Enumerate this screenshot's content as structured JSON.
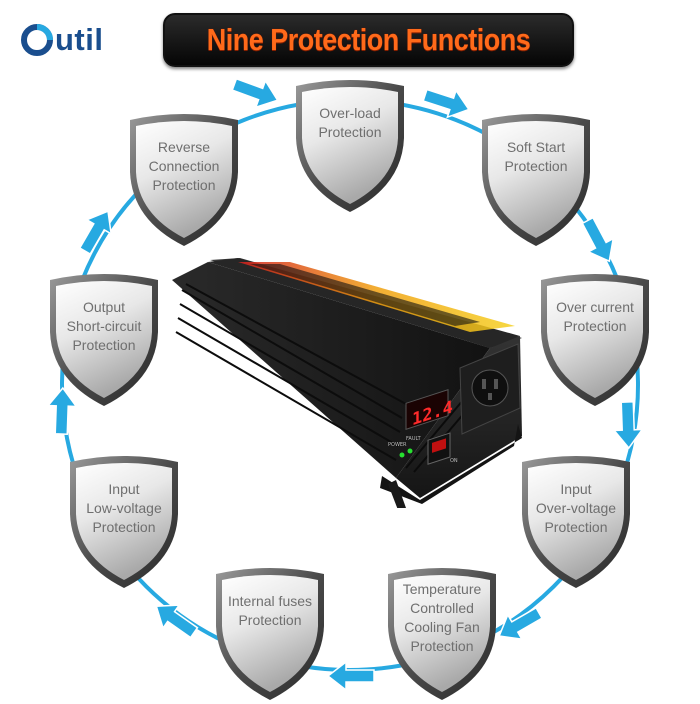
{
  "brand": {
    "logo_text": "Outil",
    "logo_rest": "util",
    "logo_color": "#1a4e8e"
  },
  "title": "Nine Protection Functions",
  "colors": {
    "arrow": "#27a9e1",
    "ring": "#27a9e1",
    "title_text": "#ff6a1a"
  },
  "protections": [
    {
      "id": "overload",
      "lines": [
        "Over-load",
        "Protection"
      ]
    },
    {
      "id": "soft-start",
      "lines": [
        "Soft Start",
        "Protection"
      ]
    },
    {
      "id": "over-current",
      "lines": [
        "Over current",
        "Protection"
      ]
    },
    {
      "id": "input-over-voltage",
      "lines": [
        "Input",
        "Over-voltage",
        "Protection"
      ]
    },
    {
      "id": "temperature-fan",
      "lines": [
        "Temperature",
        "Controlled",
        "Cooling Fan",
        "Protection"
      ]
    },
    {
      "id": "internal-fuses",
      "lines": [
        "Internal fuses",
        "Protection"
      ]
    },
    {
      "id": "input-low-voltage",
      "lines": [
        "Input",
        "Low-voltage",
        "Protection"
      ]
    },
    {
      "id": "output-short-circuit",
      "lines": [
        "Output",
        "Short-circuit",
        "Protection"
      ]
    },
    {
      "id": "reverse-connection",
      "lines": [
        "Reverse",
        "Connection",
        "Protection"
      ]
    }
  ],
  "product": {
    "display_reading": "12.4",
    "switch_labels": [
      "POWER",
      "FAULT",
      "ON"
    ]
  }
}
